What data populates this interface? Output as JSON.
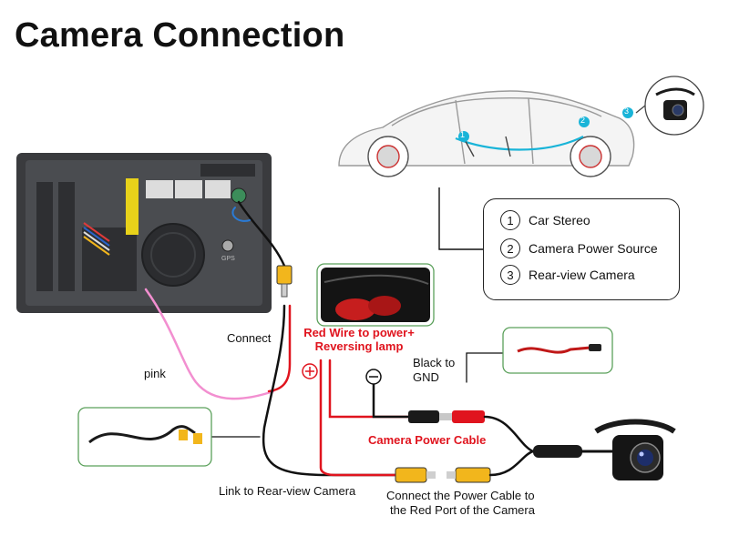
{
  "title": "Camera Connection",
  "legend": [
    {
      "num": "1",
      "label": "Car Stereo"
    },
    {
      "num": "2",
      "label": "Camera Power Source"
    },
    {
      "num": "3",
      "label": "Rear-view Camera"
    }
  ],
  "car_markers": [
    "1",
    "2",
    "3"
  ],
  "labels": {
    "connect": "Connect",
    "pink": "pink",
    "red_wire_line1": "Red Wire to power+",
    "red_wire_line2": "Reversing lamp",
    "black_gnd_line1": "Black to",
    "black_gnd_line2": "GND",
    "camera_power_cable": "Camera Power Cable",
    "link_rear": "Link to Rear-view Camera",
    "connect_power_line1": "Connect the Power Cable to",
    "connect_power_line2": "the Red Port of the Camera",
    "plus_symbol": "+",
    "minus_symbol": "−",
    "gps_port": "GPS"
  },
  "colors": {
    "red_wire": "#e0141e",
    "pink_wire": "#f28fd0",
    "black_wire": "#111111",
    "yellow_connector": "#f2b61c",
    "cyan_path": "#19b4d8",
    "green_border": "#5aa05a"
  }
}
